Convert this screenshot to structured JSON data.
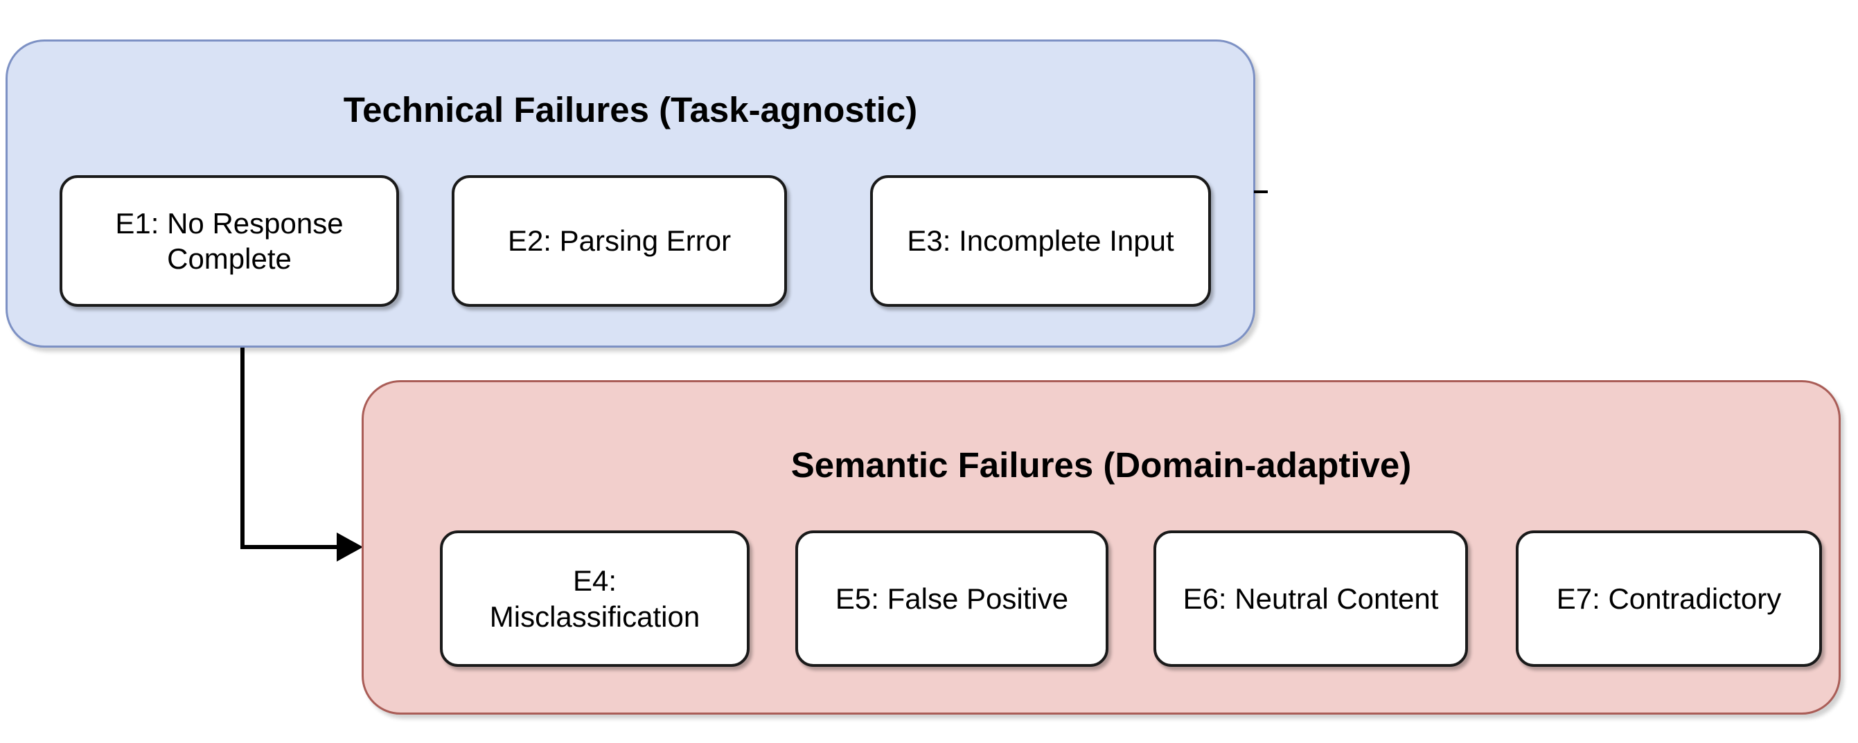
{
  "page": {
    "background": "#ffffff"
  },
  "diagram": {
    "connector": {
      "color": "#000000"
    },
    "node_style": {
      "fill_color": "#ffffff",
      "border_color": "#1a1a1a",
      "text_color": "#000000"
    },
    "groups": [
      {
        "id": "technical-failures",
        "title": "Technical Failures (Task-agnostic)",
        "fill_color": "#d9e2f5",
        "border_color": "#7d91c4",
        "items": [
          {
            "id": "E1",
            "label": "E1: No Response\nComplete"
          },
          {
            "id": "E2",
            "label": "E2: Parsing Error"
          },
          {
            "id": "E3",
            "label": "E3: Incomplete Input"
          }
        ]
      },
      {
        "id": "semantic-failures",
        "title": "Semantic Failures (Domain-adaptive)",
        "fill_color": "#f2cfcc",
        "border_color": "#aa5d57",
        "items": [
          {
            "id": "E4",
            "label": "E4:\nMisclassification"
          },
          {
            "id": "E5",
            "label": "E5: False Positive"
          },
          {
            "id": "E6",
            "label": "E6: Neutral Content"
          },
          {
            "id": "E7",
            "label": "E7: Contradictory"
          }
        ]
      }
    ]
  }
}
